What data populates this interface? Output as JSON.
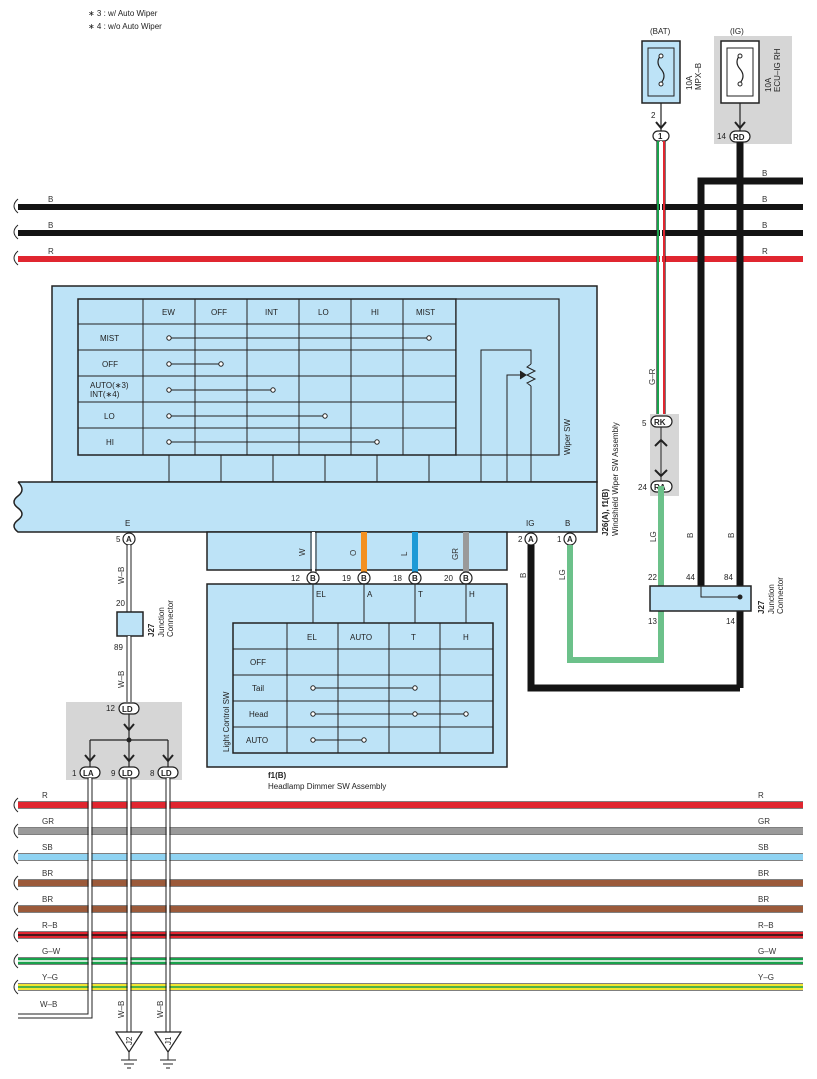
{
  "notes": [
    "∗ 3 : w/ Auto Wiper",
    "∗ 4 : w/o Auto Wiper"
  ],
  "top_wires": [
    {
      "label": "B",
      "color": "#141414"
    },
    {
      "label": "B",
      "color": "#141414"
    },
    {
      "label": "B",
      "color": "#141414"
    },
    {
      "label": "R",
      "color": "#e02630"
    }
  ],
  "bottom_wires": [
    {
      "label": "R",
      "color": "#e02630",
      "stripe": ""
    },
    {
      "label": "GR",
      "color": "#9a9a9a",
      "stripe": ""
    },
    {
      "label": "SB",
      "color": "#8fd3f2",
      "stripe": ""
    },
    {
      "label": "BR",
      "color": "#9b5a3a",
      "stripe": ""
    },
    {
      "label": "BR",
      "color": "#9b5a3a",
      "stripe": ""
    },
    {
      "label": "R–B",
      "color": "#e02630",
      "stripe": "#141414"
    },
    {
      "label": "G–W",
      "color": "#19a14b",
      "stripe": "#ffffff"
    },
    {
      "label": "Y–G",
      "color": "#f2e530",
      "stripe": "#19a14b"
    },
    {
      "label": "W–B",
      "color": "#ffffff",
      "stripe": "#141414"
    }
  ],
  "fuse_bat": {
    "source": "(BAT)",
    "rating": "10A",
    "name": "MPX–B",
    "out_pin": "2",
    "conn_pin": "1"
  },
  "fuse_ig": {
    "source": "(IG)",
    "rating": "10A",
    "name": "ECU–IG RH",
    "pin": "14",
    "conn": "RD"
  },
  "wiper_sw": {
    "label": "Wiper SW",
    "columns": [
      "EW",
      "OFF",
      "INT",
      "LO",
      "HI",
      "MIST"
    ],
    "rows": [
      "MIST",
      "OFF",
      "AUTO(∗3)",
      "INT(∗4)",
      "LO",
      "HI"
    ]
  },
  "assembly_label": {
    "code": "J26(A), f1(B)",
    "name": "Windshield Wiper SW Assembly"
  },
  "terminals": {
    "E": "E",
    "IG": "IG",
    "B": "B",
    "pin5": "5",
    "pin2": "2",
    "pin1": "1",
    "connA": "A"
  },
  "mid_wires": [
    {
      "label": "W",
      "color": "#ffffff"
    },
    {
      "label": "O",
      "color": "#f39020"
    },
    {
      "label": "L",
      "color": "#1e9ad6"
    },
    {
      "label": "GR",
      "color": "#9a9a9a"
    }
  ],
  "light_pins": [
    {
      "pin": "12",
      "conn": "B",
      "term": "EL"
    },
    {
      "pin": "19",
      "conn": "B",
      "term": "A"
    },
    {
      "pin": "18",
      "conn": "B",
      "term": "T"
    },
    {
      "pin": "20",
      "conn": "B",
      "term": "H"
    }
  ],
  "light_sw": {
    "label": "Light Control SW",
    "columns": [
      "EL",
      "AUTO",
      "T",
      "H"
    ],
    "rows": [
      "OFF",
      "Tail",
      "Head",
      "AUTO"
    ]
  },
  "dimmer_label": {
    "code": "f1(B)",
    "name": "Headlamp Dimmer SW Assembly"
  },
  "j27_upper": {
    "code": "J27",
    "line1": "Junction",
    "line2": "Connector",
    "pin_top": "20",
    "pin_bot": "89"
  },
  "j27_right": {
    "code": "J27",
    "line1": "Junction",
    "line2": "Connector",
    "pins": [
      "22",
      "44",
      "84",
      "13",
      "14"
    ]
  },
  "wb_label": "W–B",
  "gr_label": "G–R",
  "lg_label": "LG",
  "b_label": "B",
  "rk": {
    "pin_top": "5",
    "conn_top": "RK",
    "pin_bot": "24",
    "conn_bot": "RA"
  },
  "ld_block": {
    "pin_in": "12",
    "conn_in": "LD",
    "outs": [
      {
        "pin": "1",
        "conn": "LA"
      },
      {
        "pin": "9",
        "conn": "LD"
      },
      {
        "pin": "8",
        "conn": "LD"
      }
    ]
  },
  "grounds": [
    {
      "label": "J2"
    },
    {
      "label": "J1"
    }
  ]
}
